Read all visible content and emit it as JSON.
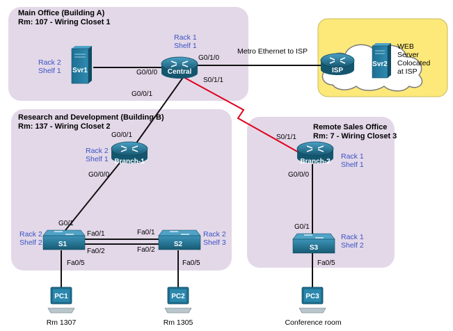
{
  "regions": {
    "main": {
      "line1": "Main Office (Building A)",
      "line2": "Rm: 107 - Wiring Closet 1"
    },
    "rnd": {
      "line1": "Research and Development (Building B)",
      "line2": "Rm: 137 - Wiring Closet 2"
    },
    "remote": {
      "line1": "Remote Sales Office",
      "line2": "Rm: 7 - Wiring Closet 3"
    }
  },
  "devices": {
    "central": "Central",
    "isp": "ISP",
    "branch1": "Branch-1",
    "branch2": "Branch-2",
    "s1": "S1",
    "s2": "S2",
    "s3": "S3",
    "svr1": "Svr1",
    "svr2": "Svr2",
    "pc1": "PC1",
    "pc2": "PC2",
    "pc3": "PC3"
  },
  "locations": {
    "svr1": [
      "Rack 2",
      "Shelf 1"
    ],
    "central": [
      "Rack 1",
      "Shelf 1"
    ],
    "branch1": [
      "Rack 2",
      "Shelf 1"
    ],
    "branch2": [
      "Rack 1",
      "Shelf 1"
    ],
    "s1": [
      "Rack 2",
      "Shelf 2"
    ],
    "s2": [
      "Rack 2",
      "Shelf 3"
    ],
    "s3": [
      "Rack 1",
      "Shelf 2"
    ]
  },
  "ports": {
    "central_g010": "G0/1/0",
    "central_g000": "G0/0/0",
    "central_s011": "S0/1/1",
    "central_g001": "G0/0/1",
    "branch1_g001": "G0/0/1",
    "branch1_g000": "G0/0/0",
    "s1_g01": "G0/1",
    "s1_fa01": "Fa0/1",
    "s1_fa02": "Fa0/2",
    "s1_fa05": "Fa0/5",
    "s2_fa01": "Fa0/1",
    "s2_fa02": "Fa0/2",
    "s2_fa05": "Fa0/5",
    "branch2_s011": "S0/1/1",
    "branch2_g000": "G0/0/0",
    "s3_g01": "G0/1",
    "s3_fa05": "Fa0/5"
  },
  "links": {
    "metro": "Metro Ethernet to ISP"
  },
  "isp_cloud": {
    "web_server": [
      "WEB",
      "Server",
      "Colocated",
      "at ISP"
    ]
  },
  "pcs": {
    "pc1_room": "Rm 1307",
    "pc2_room": "Rm 1305",
    "pc3_room": "Conference room"
  },
  "colors": {
    "region_fill": "#e3d8e8",
    "isp_yellow": "#fde97a",
    "device_blue": "#1f6e8f",
    "location_text": "#3a52c4",
    "serial_link": "#e0001b"
  }
}
